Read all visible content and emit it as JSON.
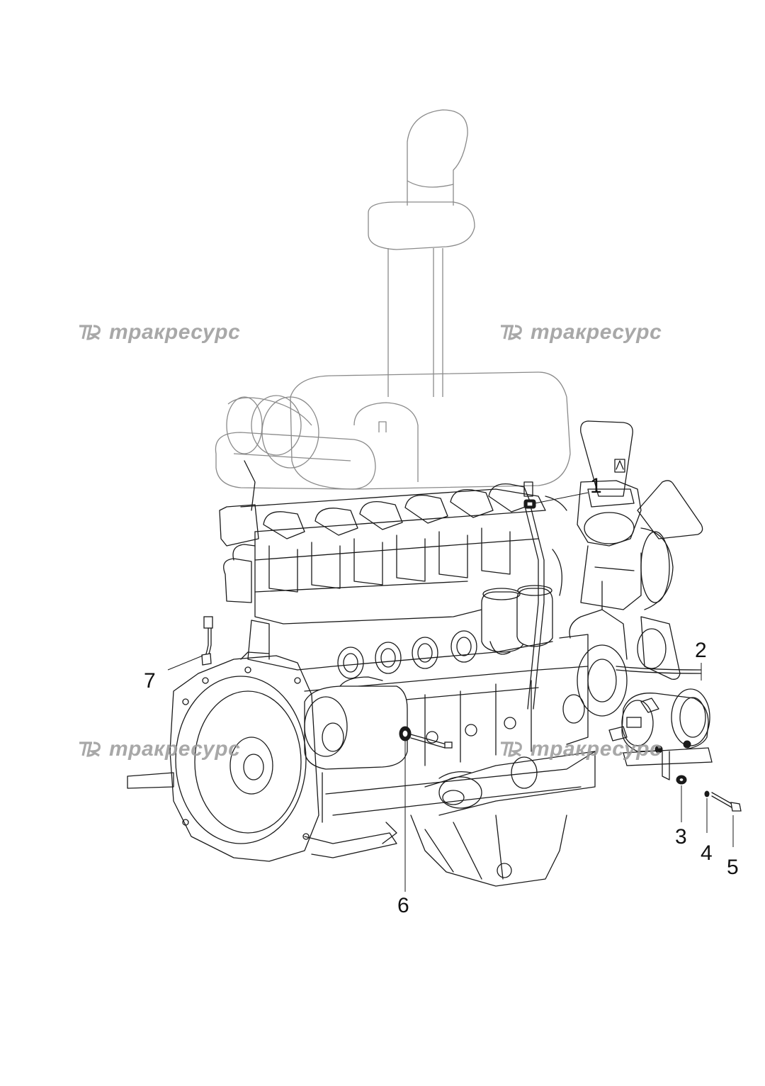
{
  "watermark": {
    "text": "тракресурс",
    "color": "#9a9a9a"
  },
  "callouts": [
    {
      "id": "1",
      "label": "1"
    },
    {
      "id": "2",
      "label": "2"
    },
    {
      "id": "3",
      "label": "3"
    },
    {
      "id": "4",
      "label": "4"
    },
    {
      "id": "5",
      "label": "5"
    },
    {
      "id": "6",
      "label": "6"
    },
    {
      "id": "7",
      "label": "7"
    }
  ],
  "icons": {
    "logo": "tr-logo-icon",
    "engine": "engine-assembly-drawing"
  }
}
